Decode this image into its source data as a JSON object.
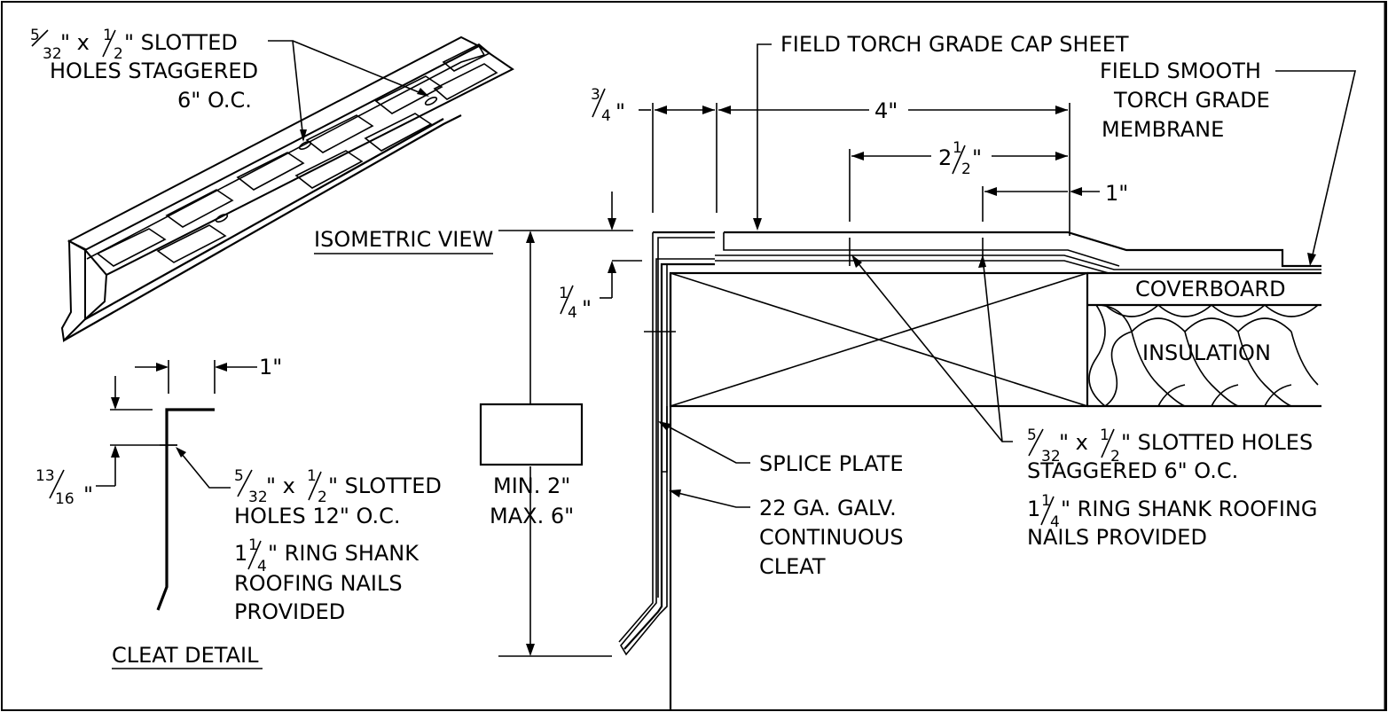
{
  "views": {
    "isometric_title": "ISOMETRIC VIEW",
    "cleat_title": "CLEAT DETAIL"
  },
  "isometric": {
    "slot_n1": "5",
    "slot_d1": "32",
    "slot_x1": "\" x ",
    "slot_n2": "1",
    "slot_d2": "2",
    "slot_tail": "\" SLOTTED",
    "line2": "HOLES STAGGERED",
    "line3": "6\" O.C."
  },
  "cleat_detail": {
    "dim_width": "1\"",
    "dim_height_n": "13",
    "dim_height_d": "16",
    "dim_height_tail": "\"",
    "slot_n1": "5",
    "slot_d1": "32",
    "slot_x1": "\" x ",
    "slot_n2": "1",
    "slot_d2": "2",
    "slot_tail": "\" SLOTTED",
    "line2": "HOLES 12\" O.C.",
    "nail_whole": "1",
    "nail_n": "1",
    "nail_d": "4",
    "nail_tail": "\" RING SHANK",
    "line4": "ROOFING NAILS",
    "line5": "PROVIDED"
  },
  "section": {
    "cap_sheet": "FIELD TORCH GRADE CAP SHEET",
    "membrane_1": "FIELD SMOOTH",
    "membrane_2": "TORCH GRADE",
    "membrane_3": "MEMBRANE",
    "dim_34_n": "3",
    "dim_34_d": "4",
    "dim_34_tail": "\"",
    "dim_4": "4\"",
    "dim_212_whole": "2",
    "dim_212_n": "1",
    "dim_212_d": "2",
    "dim_212_tail": "\"",
    "dim_1": "1\"",
    "dim_14_n": "1",
    "dim_14_d": "4",
    "dim_14_tail": "\"",
    "face_min": "MIN. 2\"",
    "face_max": "MAX. 6\"",
    "coverboard": "COVERBOARD",
    "insulation": "INSULATION",
    "splice_plate": "SPLICE PLATE",
    "cleat_1": "22 GA. GALV.",
    "cleat_2": "CONTINUOUS",
    "cleat_3": "CLEAT",
    "holes_n1": "5",
    "holes_d1": "32",
    "holes_x1": "\" x ",
    "holes_n2": "1",
    "holes_d2": "2",
    "holes_tail": "\" SLOTTED HOLES",
    "holes_2": "STAGGERED 6\" O.C.",
    "nails_whole": "1",
    "nails_n": "1",
    "nails_d": "4",
    "nails_tail": "\" RING SHANK ROOFING",
    "nails_2": "NAILS PROVIDED"
  }
}
